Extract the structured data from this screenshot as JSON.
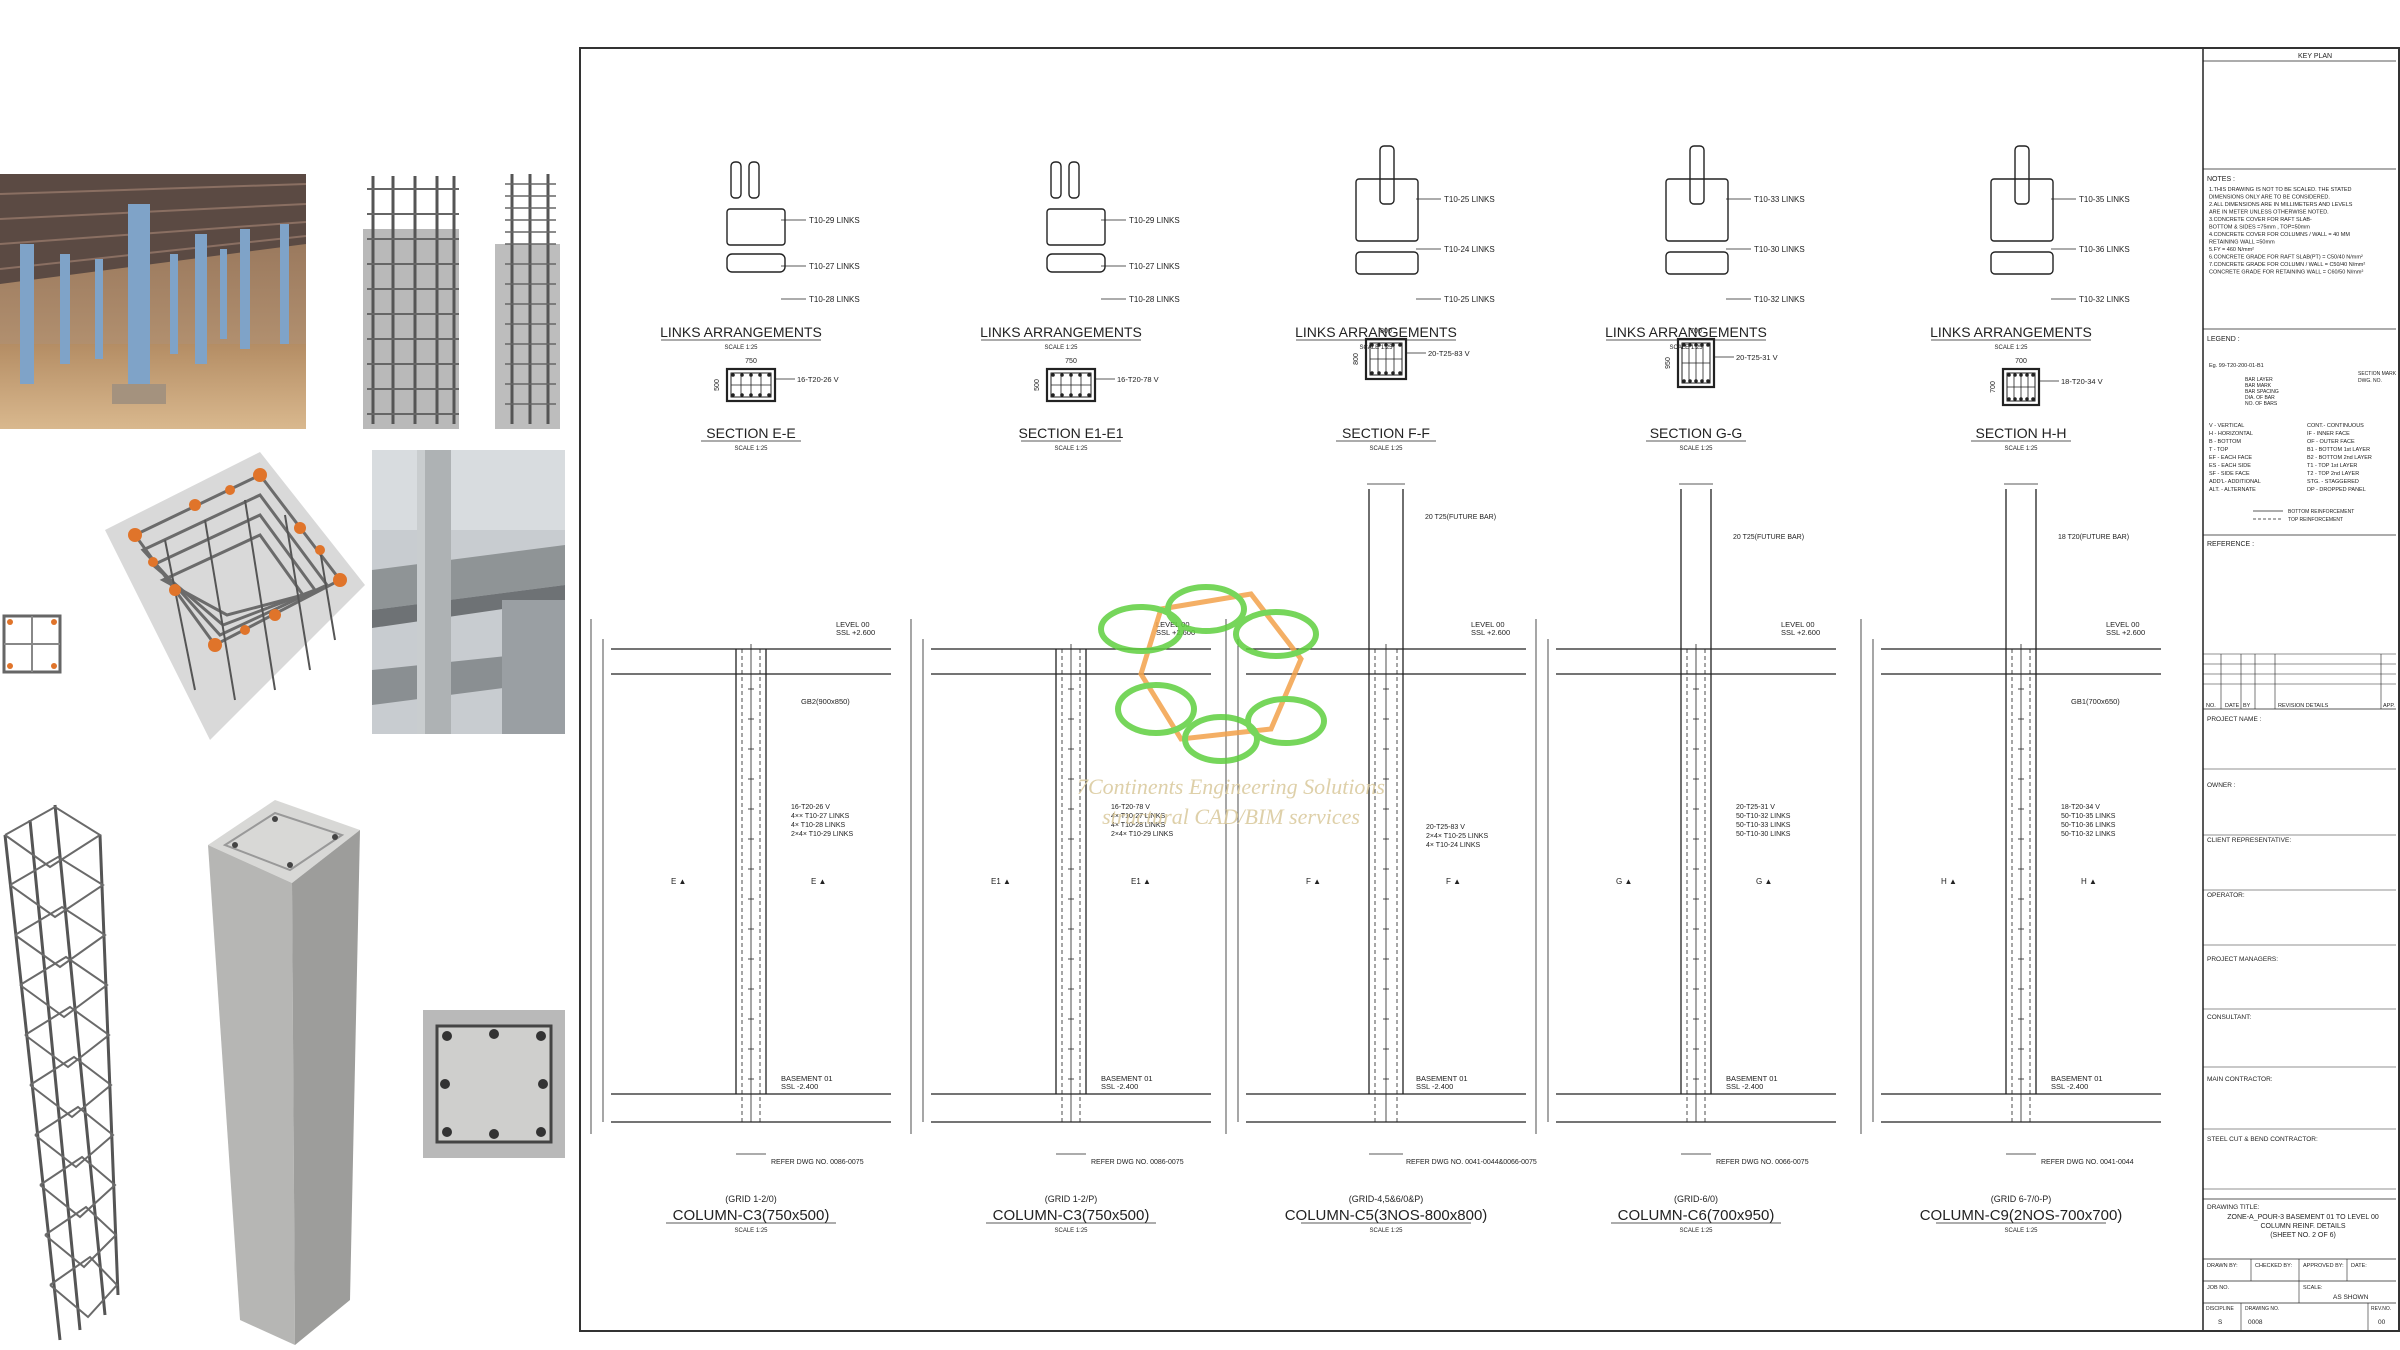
{
  "watermark": {
    "line1": "7Continents Engineering Solutions",
    "line2": "structural CAD/BIM services"
  },
  "columns": [
    {
      "links_title": "LINKS  ARRANGEMENTS",
      "links_scale": "SCALE 1:25",
      "links_labels": [
        "T10-29 LINKS",
        "T10-27 LINKS",
        "T10-28 LINKS"
      ],
      "section_title": "SECTION  E-E",
      "section_scale": "SCALE 1:25",
      "section_dim_w": "750",
      "section_dim_h": "500",
      "section_bars": "16-T20-26 V",
      "grid": "(GRID 1-2/0)",
      "name": "COLUMN-C3(750x500)",
      "scale": "SCALE 1:25",
      "notes": [
        "16-T20-26 V",
        "4×× T10-27 LINKS",
        "4× T10-28 LINKS",
        "2×4× T10-29 LINKS"
      ],
      "beam": "GB2(900x850)",
      "level_top": "LEVEL 00",
      "ssl_top": "SSL +2.600",
      "level_bot": "BASEMENT 01",
      "ssl_bot": "SSL -2.400",
      "refer": "REFER DWG NO. 0086-0075",
      "sec_label": "E"
    },
    {
      "links_title": "LINKS  ARRANGEMENTS",
      "links_scale": "SCALE 1:25",
      "links_labels": [
        "T10-29 LINKS",
        "T10-27 LINKS",
        "T10-28 LINKS"
      ],
      "section_title": "SECTION  E1-E1",
      "section_scale": "SCALE 1:25",
      "section_dim_w": "750",
      "section_dim_h": "500",
      "section_bars": "16-T20-78 V",
      "grid": "(GRID 1-2/P)",
      "name": "COLUMN-C3(750x500)",
      "scale": "SCALE 1:25",
      "notes": [
        "16-T20-78 V",
        "4× T10-27 LINKS",
        "4× T10-28 LINKS",
        "2×4× T10-29 LINKS"
      ],
      "beam": "",
      "level_top": "LEVEL 00",
      "ssl_top": "SSL +2.600",
      "level_bot": "BASEMENT 01",
      "ssl_bot": "SSL -2.400",
      "refer": "REFER DWG NO. 0086-0075",
      "sec_label": "E1"
    },
    {
      "links_title": "LINKS  ARRANGEMENTS",
      "links_scale": "SCALE 1:25",
      "links_labels": [
        "T10-25 LINKS",
        "T10-24 LINKS",
        "T10-25 LINKS"
      ],
      "section_title": "SECTION  F-F",
      "section_scale": "SCALE 1:25",
      "section_dim_w": "800",
      "section_dim_h": "800",
      "section_bars": "20-T25-83 V",
      "grid": "(GRID-4,5&6/0&P)",
      "name": "COLUMN-C5(3NOS-800x800)",
      "scale": "SCALE 1:25",
      "notes": [
        "20-T25-83 V",
        "2×4× T10-25 LINKS",
        "4× T10-24 LINKS"
      ],
      "beam": "",
      "level_top": "LEVEL 00",
      "ssl_top": "SSL +2.600",
      "level_bot": "BASEMENT 01",
      "ssl_bot": "SSL -2.400",
      "refer": "REFER DWG NO. 0041-0044&0066-0075",
      "sec_label": "F",
      "future": "20 T25(FUTURE BAR)"
    },
    {
      "links_title": "LINKS  ARRANGEMENTS",
      "links_scale": "SCALE 1:25",
      "links_labels": [
        "T10-33 LINKS",
        "T10-30 LINKS",
        "T10-32 LINKS"
      ],
      "section_title": "SECTION  G-G",
      "section_scale": "SCALE 1:25",
      "section_dim_w": "700",
      "section_dim_h": "950",
      "section_bars": "20-T25-31 V",
      "grid": "(GRID-6/0)",
      "name": "COLUMN-C6(700x950)",
      "scale": "SCALE 1:25",
      "notes": [
        "20-T25-31 V",
        "50-T10-32 LINKS",
        "50-T10-33 LINKS",
        "50-T10-30 LINKS"
      ],
      "beam": "",
      "level_top": "LEVEL 00",
      "ssl_top": "SSL +2.600",
      "level_bot": "BASEMENT 01",
      "ssl_bot": "SSL -2.400",
      "refer": "REFER DWG NO. 0066-0075",
      "sec_label": "G",
      "future": "20 T25(FUTURE BAR)"
    },
    {
      "links_title": "LINKS  ARRANGEMENTS",
      "links_scale": "SCALE 1:25",
      "links_labels": [
        "T10-35 LINKS",
        "T10-36 LINKS",
        "T10-32 LINKS"
      ],
      "section_title": "SECTION  H-H",
      "section_scale": "SCALE 1:25",
      "section_dim_w": "700",
      "section_dim_h": "700",
      "section_bars": "18-T20-34 V",
      "grid": "(GRID 6-7/0-P)",
      "name": "COLUMN-C9(2NOS-700x700)",
      "scale": "SCALE 1:25",
      "notes": [
        "18-T20-34 V",
        "50-T10-35 LINKS",
        "50-T10-36 LINKS",
        "50-T10-32 LINKS"
      ],
      "beam": "GB1(700x650)",
      "level_top": "LEVEL 00",
      "ssl_top": "SSL +2.600",
      "level_bot": "BASEMENT 01",
      "ssl_bot": "SSL -2.400",
      "refer": "REFER DWG NO. 0041-0044",
      "sec_label": "H",
      "future": "18 T20(FUTURE BAR)"
    }
  ],
  "title_block": {
    "key_plan": "KEY PLAN",
    "notes_title": "NOTES :",
    "notes": [
      "1.THIS DRAWING IS NOT TO BE SCALED. THE STATED",
      "  DIMENSIONS ONLY ARE TO BE CONSIDERED.",
      "2.ALL DIMENSIONS ARE IN MILLIMETERS AND LEVELS",
      "  ARE IN METER UNLESS OTHERWISE NOTED.",
      "3.CONCRETE COVER FOR RAFT SLAB-",
      "  BOTTOM & SIDES =75mm , TOP=50mm",
      "4.CONCRETE COVER FOR COLUMNS / WALL = 40 MM",
      "  RETAINING WALL =50mm",
      "5.FY = 460 N/mm²",
      "6.CONCRETE GRADE FOR RAFT SLAB(PT) = C50/40 N/mm²",
      "7.CONCRETE GRADE FOR COLUMN / WALL = C50/40 N/mm²",
      "  CONCRETE GRADE FOR RETAINING WALL = C60/50 N/mm²"
    ],
    "legend_title": "LEGEND :",
    "legend_left": [
      "V    - VERTICAL",
      "H    - HORIZONTAL",
      "B    - BOTTOM",
      "T    - TOP",
      "EF   - EACH FACE",
      "ES   - EACH SIDE",
      "SF   - SIDE FACE",
      "ADD'L- ADDITIONAL",
      "ALT. - ALTERNATE"
    ],
    "legend_right": [
      "CONT.- CONTINUOUS",
      "IF   - INNER FACE",
      "OF   - OUTER FACE",
      "B1   - BOTTOM 1st LAYER",
      "B2   - BOTTOM 2nd LAYER",
      "T1   - TOP 1st LAYER",
      "T2   - TOP 2nd LAYER",
      "STG. - STAGGERED",
      "DP   - DROPPED PANEL"
    ],
    "legend_example": "Eg. 99-T20-200-01-B1",
    "legend_example_items": [
      "BAR LAYER",
      "BAR MARK",
      "BAR SPACING",
      "DIA. OF BAR",
      "NO. OF BARS"
    ],
    "legend_section": [
      "SECTION MARK",
      "DWG. NO."
    ],
    "legend_lines": [
      "BOTTOM REINFORCEMENT",
      "TOP REINFORCEMENT"
    ],
    "reference": "REFERENCE :",
    "revision_headers": [
      "NO.",
      "DATE",
      "BY",
      "REVISION DETAILS",
      "APP."
    ],
    "fields": [
      "PROJECT NAME :",
      "OWNER :",
      "CLIENT REPRESENTATIVE:",
      "OPERATOR:",
      "PROJECT MANAGERS:",
      "CONSULTANT:",
      "MAIN CONTRACTOR:",
      "STEEL CUT & BEND CONTRACTOR:"
    ],
    "drawing_title_label": "DRAWING TITLE:",
    "drawing_title": [
      "ZONE-A_POUR-3 BASEMENT 01 TO LEVEL 00",
      "COLUMN REINF. DETAILS",
      "(SHEET NO. 2 OF 6)"
    ],
    "drawn_by": "DRAWN BY:",
    "checked_by": "CHECKED BY:",
    "approved_by": "APPROVED BY:",
    "date": "DATE:",
    "job_no": "JOB NO.",
    "scale_label": "SCALE:",
    "scale_value": "AS SHOWN",
    "discipline": "DISCIPLINE",
    "drawing_no": "DRAWING NO.",
    "rev_no": "REV.NO.",
    "discipline_value": "S",
    "drawing_no_value": "0008",
    "rev_value": "00"
  },
  "colors": {
    "line": "#222222",
    "watermark_green": "#5fcf3f",
    "watermark_orange": "#f3a24b",
    "watermark_text": "#d9c89b",
    "steel_orange": "#e0742a",
    "concrete": "#c9c9c7"
  }
}
